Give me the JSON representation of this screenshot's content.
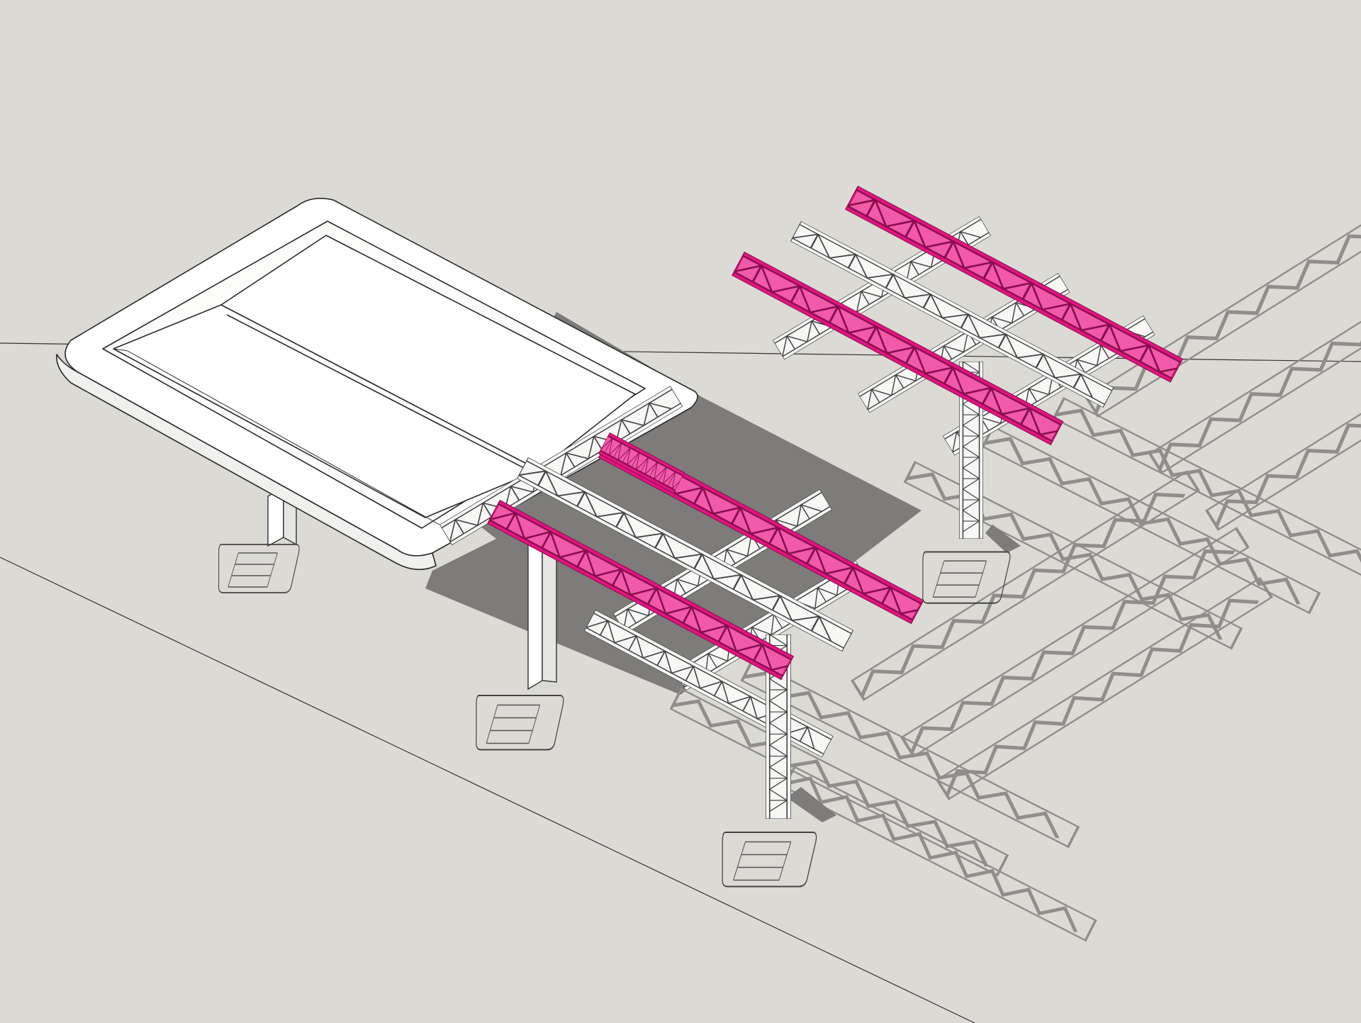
{
  "viewport": {
    "background": "#dcdad5",
    "model_color": "#ffffff",
    "edge_color": "#2a2a2a",
    "shadow_color": "#7d7c7a",
    "highlight_color": "#e0157f"
  },
  "components": [
    {
      "name": "canopy-roof",
      "kind": "panel-roof",
      "highlighted": false
    },
    {
      "name": "canopy-columns",
      "kind": "column",
      "count": 2,
      "highlighted": false
    },
    {
      "name": "truss-tower-front",
      "kind": "truss-tower",
      "highlighted": false
    },
    {
      "name": "truss-tower-back",
      "kind": "truss-tower",
      "highlighted": false
    },
    {
      "name": "pink-trusses",
      "kind": "truss-beam",
      "count": 5,
      "highlighted": true
    }
  ]
}
